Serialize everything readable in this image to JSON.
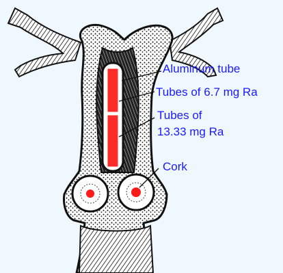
{
  "colors": {
    "background": "#f0f8ff",
    "label_text": "#1a1aff",
    "radium_tube": "#ff2b2b",
    "radium_dot": "#ff1a1a",
    "tissue": "#111111"
  },
  "labels": {
    "aluminum_tube": "Aluminum tube",
    "tubes_6_7": "Tubes of 6.7 mg Ra",
    "tubes_13_33_line1": "Tubes of",
    "tubes_13_33_line2": "13.33 mg Ra",
    "cork": "Cork"
  }
}
